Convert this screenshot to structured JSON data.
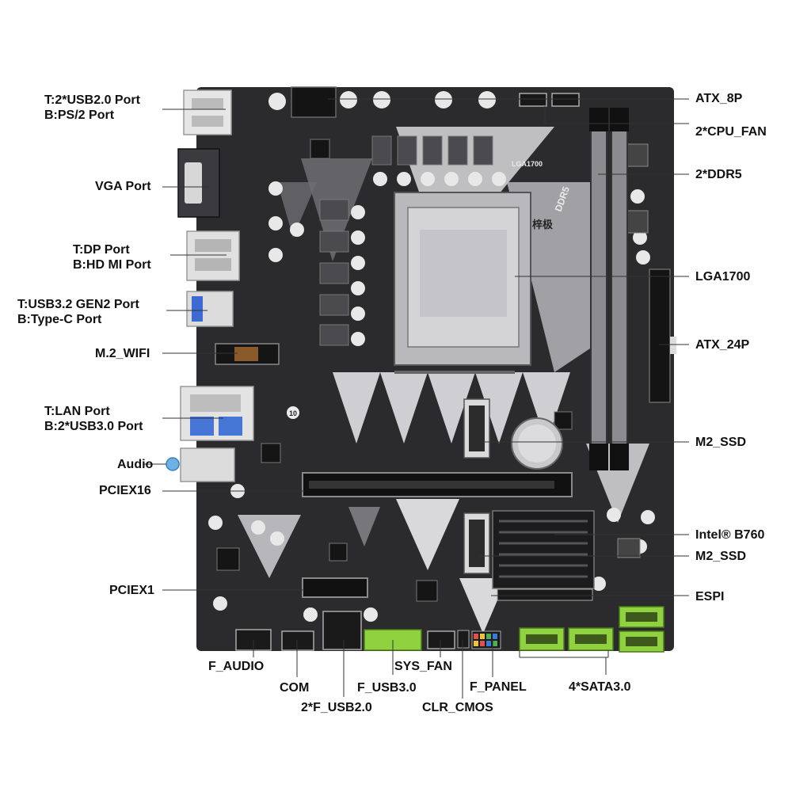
{
  "diagram": {
    "left_labels": [
      {
        "id": "usb2",
        "lines": [
          "T:2*USB2.0 Port",
          "B:PS/2 Port"
        ]
      },
      {
        "id": "vga",
        "lines": [
          "VGA Port"
        ]
      },
      {
        "id": "dp",
        "lines": [
          "T:DP Port",
          "B:HD  MI Port"
        ]
      },
      {
        "id": "usb32",
        "lines": [
          "T:USB3.2 GEN2 Port",
          "B:Type-C Port"
        ]
      },
      {
        "id": "wifi",
        "lines": [
          "M.2_WIFI"
        ]
      },
      {
        "id": "lan",
        "lines": [
          "T:LAN Port",
          "B:2*USB3.0 Port"
        ]
      },
      {
        "id": "audio",
        "lines": [
          "Audio"
        ]
      },
      {
        "id": "pciex16",
        "lines": [
          "PCIEX16"
        ]
      },
      {
        "id": "pciex1",
        "lines": [
          "PCIEX1"
        ]
      }
    ],
    "right_labels": [
      {
        "id": "atx8p",
        "text": "ATX_8P"
      },
      {
        "id": "cpufan",
        "text": "2*CPU_FAN"
      },
      {
        "id": "ddr5",
        "text": "2*DDR5"
      },
      {
        "id": "lga",
        "text": "LGA1700"
      },
      {
        "id": "atx24p",
        "text": "ATX_24P"
      },
      {
        "id": "m2ssd1",
        "text": "M2_SSD"
      },
      {
        "id": "chipset",
        "text": "Intel® B760"
      },
      {
        "id": "m2ssd2",
        "text": "M2_SSD"
      },
      {
        "id": "espi",
        "text": "ESPI"
      }
    ],
    "bottom_labels": [
      {
        "id": "faudio",
        "text": "F_AUDIO"
      },
      {
        "id": "com",
        "text": "COM"
      },
      {
        "id": "fusb20",
        "text": "2*F_USB2.0"
      },
      {
        "id": "fusb30",
        "text": "F_USB3.0"
      },
      {
        "id": "sysfan",
        "text": "SYS_FAN"
      },
      {
        "id": "clrcmos",
        "text": "CLR_CMOS"
      },
      {
        "id": "fpanel",
        "text": "F_PANEL"
      },
      {
        "id": "sata",
        "text": "4*SATA3.0"
      }
    ],
    "silkscreen": {
      "socket": "LGA1700",
      "ddr": "DDR5",
      "brand": "梓极",
      "badge": "10"
    }
  },
  "colors": {
    "pcb": "#2b2b2e",
    "pcb_pattern_light": "#d9d9db",
    "pcb_pattern_mid": "#8a8a8f",
    "accent_connector": "#8fd13f",
    "leader_line": "#333333"
  }
}
